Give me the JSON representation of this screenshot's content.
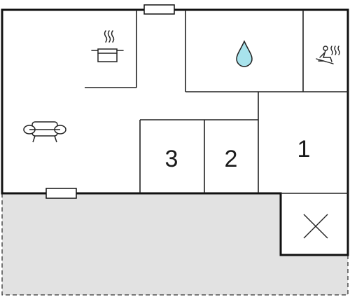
{
  "floorplan": {
    "rooms": [
      {
        "id": "living-kitchen",
        "icons": [
          "cooking-pot-icon",
          "sofa-icon"
        ]
      },
      {
        "id": "bathroom",
        "icons": [
          "water-drop-icon"
        ]
      },
      {
        "id": "sauna",
        "icons": [
          "sauna-icon"
        ]
      },
      {
        "id": "bedroom-1",
        "label": "1"
      },
      {
        "id": "bedroom-2",
        "label": "2"
      },
      {
        "id": "bedroom-3",
        "label": "3"
      },
      {
        "id": "void",
        "icons": [
          "cross-icon"
        ]
      }
    ],
    "terrace": {
      "style": "dashed"
    },
    "colors": {
      "wall": "#111111",
      "wall_thin": "#222222",
      "terrace_fill": "#e2e2e2",
      "drop_fill": "#a8e3ec"
    }
  }
}
